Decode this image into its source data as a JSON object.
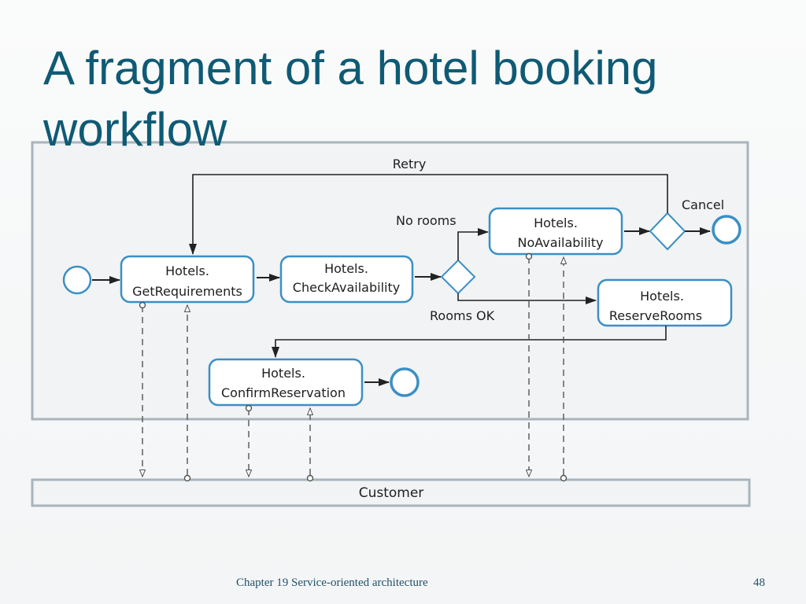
{
  "slide": {
    "title": "A fragment of a hotel booking workflow",
    "footer": "Chapter 19 Service-oriented architecture",
    "page_number": "48"
  },
  "diagram": {
    "activities": {
      "get_requirements": [
        "Hotels.",
        "GetRequirements"
      ],
      "check_availability": [
        "Hotels.",
        "CheckAvailability"
      ],
      "no_availability": [
        "Hotels.",
        "NoAvailability"
      ],
      "reserve_rooms": [
        "Hotels.",
        "ReserveRooms"
      ],
      "confirm_reservation": [
        "Hotels.",
        "ConfirmReservation"
      ]
    },
    "labels": {
      "retry": "Retry",
      "cancel": "Cancel",
      "no_rooms": "No rooms",
      "rooms_ok": "Rooms OK",
      "customer": "Customer"
    }
  },
  "colors": {
    "title": "#0f5a74",
    "activity_border": "#3b8fc4",
    "event_border": "#3b8fc4",
    "frame": "#a9b4bc"
  }
}
